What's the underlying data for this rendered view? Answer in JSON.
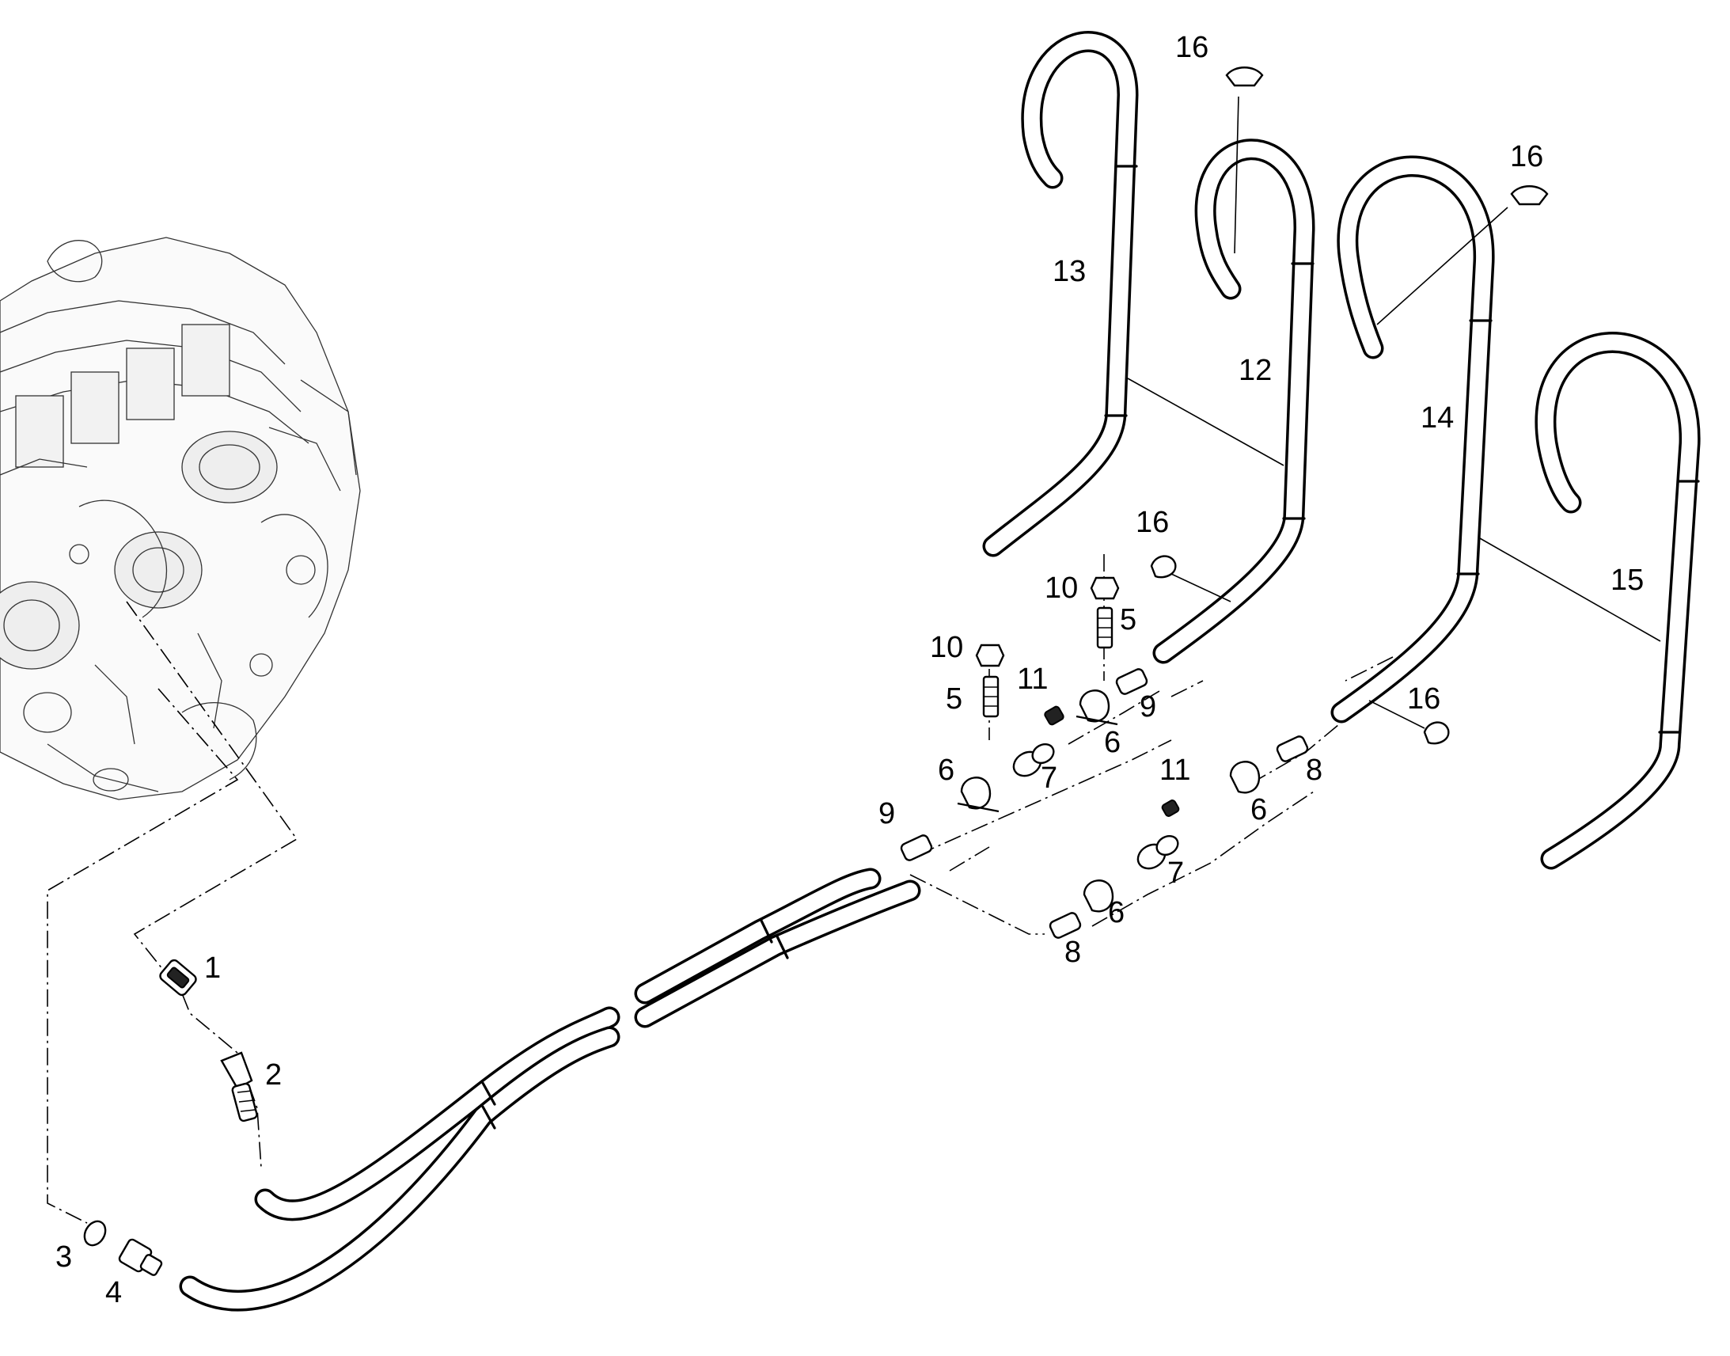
{
  "diagram": {
    "callouts": [
      {
        "id": "c1",
        "text": "1"
      },
      {
        "id": "c2",
        "text": "2"
      },
      {
        "id": "c3",
        "text": "3"
      },
      {
        "id": "c4",
        "text": "4"
      },
      {
        "id": "c5a",
        "text": "5"
      },
      {
        "id": "c5b",
        "text": "5"
      },
      {
        "id": "c6a",
        "text": "6"
      },
      {
        "id": "c6b",
        "text": "6"
      },
      {
        "id": "c6c",
        "text": "6"
      },
      {
        "id": "c6d",
        "text": "6"
      },
      {
        "id": "c7a",
        "text": "7"
      },
      {
        "id": "c7b",
        "text": "7"
      },
      {
        "id": "c8a",
        "text": "8"
      },
      {
        "id": "c8b",
        "text": "8"
      },
      {
        "id": "c9a",
        "text": "9"
      },
      {
        "id": "c9b",
        "text": "9"
      },
      {
        "id": "c10a",
        "text": "10"
      },
      {
        "id": "c10b",
        "text": "10"
      },
      {
        "id": "c11a",
        "text": "11"
      },
      {
        "id": "c11b",
        "text": "11"
      },
      {
        "id": "c12",
        "text": "12"
      },
      {
        "id": "c13",
        "text": "13"
      },
      {
        "id": "c14",
        "text": "14"
      },
      {
        "id": "c15",
        "text": "15"
      },
      {
        "id": "c16a",
        "text": "16"
      },
      {
        "id": "c16b",
        "text": "16"
      },
      {
        "id": "c16c",
        "text": "16"
      },
      {
        "id": "c16d",
        "text": "16"
      }
    ]
  }
}
